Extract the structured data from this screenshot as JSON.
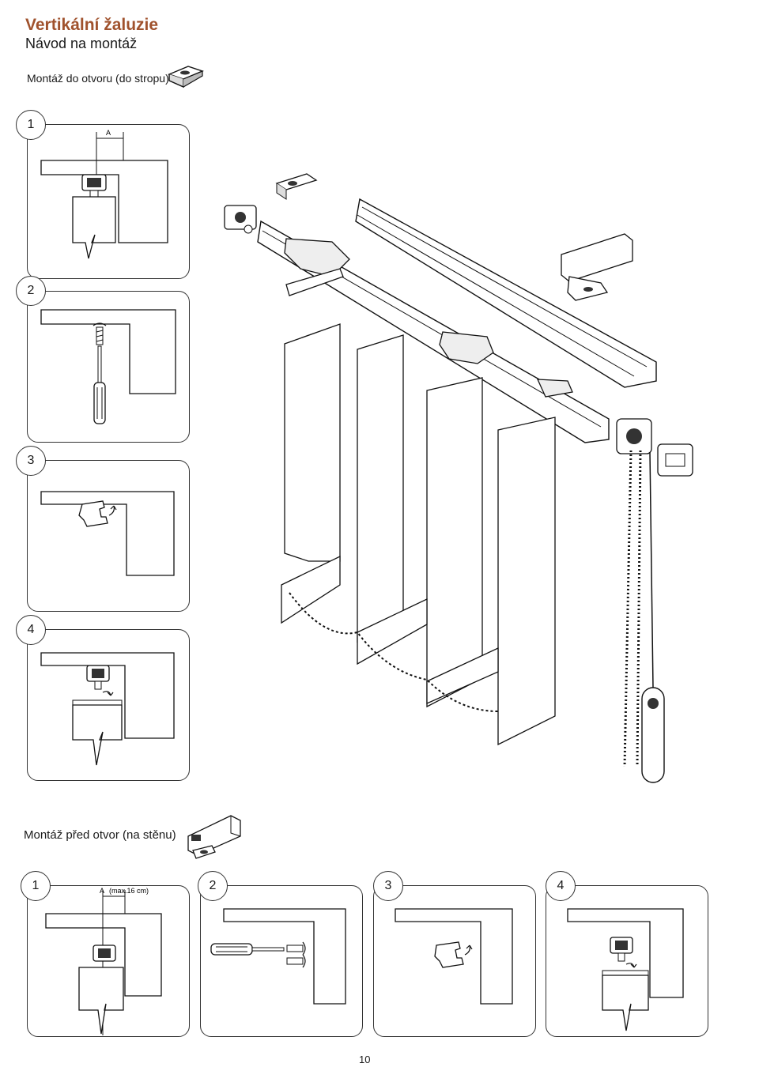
{
  "header": {
    "title": "Vertikální žaluzie",
    "subtitle": "Návod na montáž"
  },
  "sections": {
    "ceiling": {
      "label": "Montáž do otvoru (do stropu)",
      "steps": [
        "1",
        "2",
        "3",
        "4"
      ],
      "dimension_label": "A"
    },
    "wall": {
      "label": "Montáž před otvor (na stěnu)",
      "steps": [
        "1",
        "2",
        "3",
        "4"
      ],
      "dimension_label": "A",
      "dimension_note": "(max.16 cm)"
    }
  },
  "footer": {
    "page_number": "10"
  },
  "colors": {
    "title": "#a0522d",
    "line": "#1a1a1a",
    "fill": "#ffffff"
  },
  "icons": [
    "ceiling-bracket-icon",
    "wall-bracket-icon",
    "screwdriver-icon",
    "screw-icon",
    "rotate-arrow-icon",
    "carrier-icon"
  ]
}
